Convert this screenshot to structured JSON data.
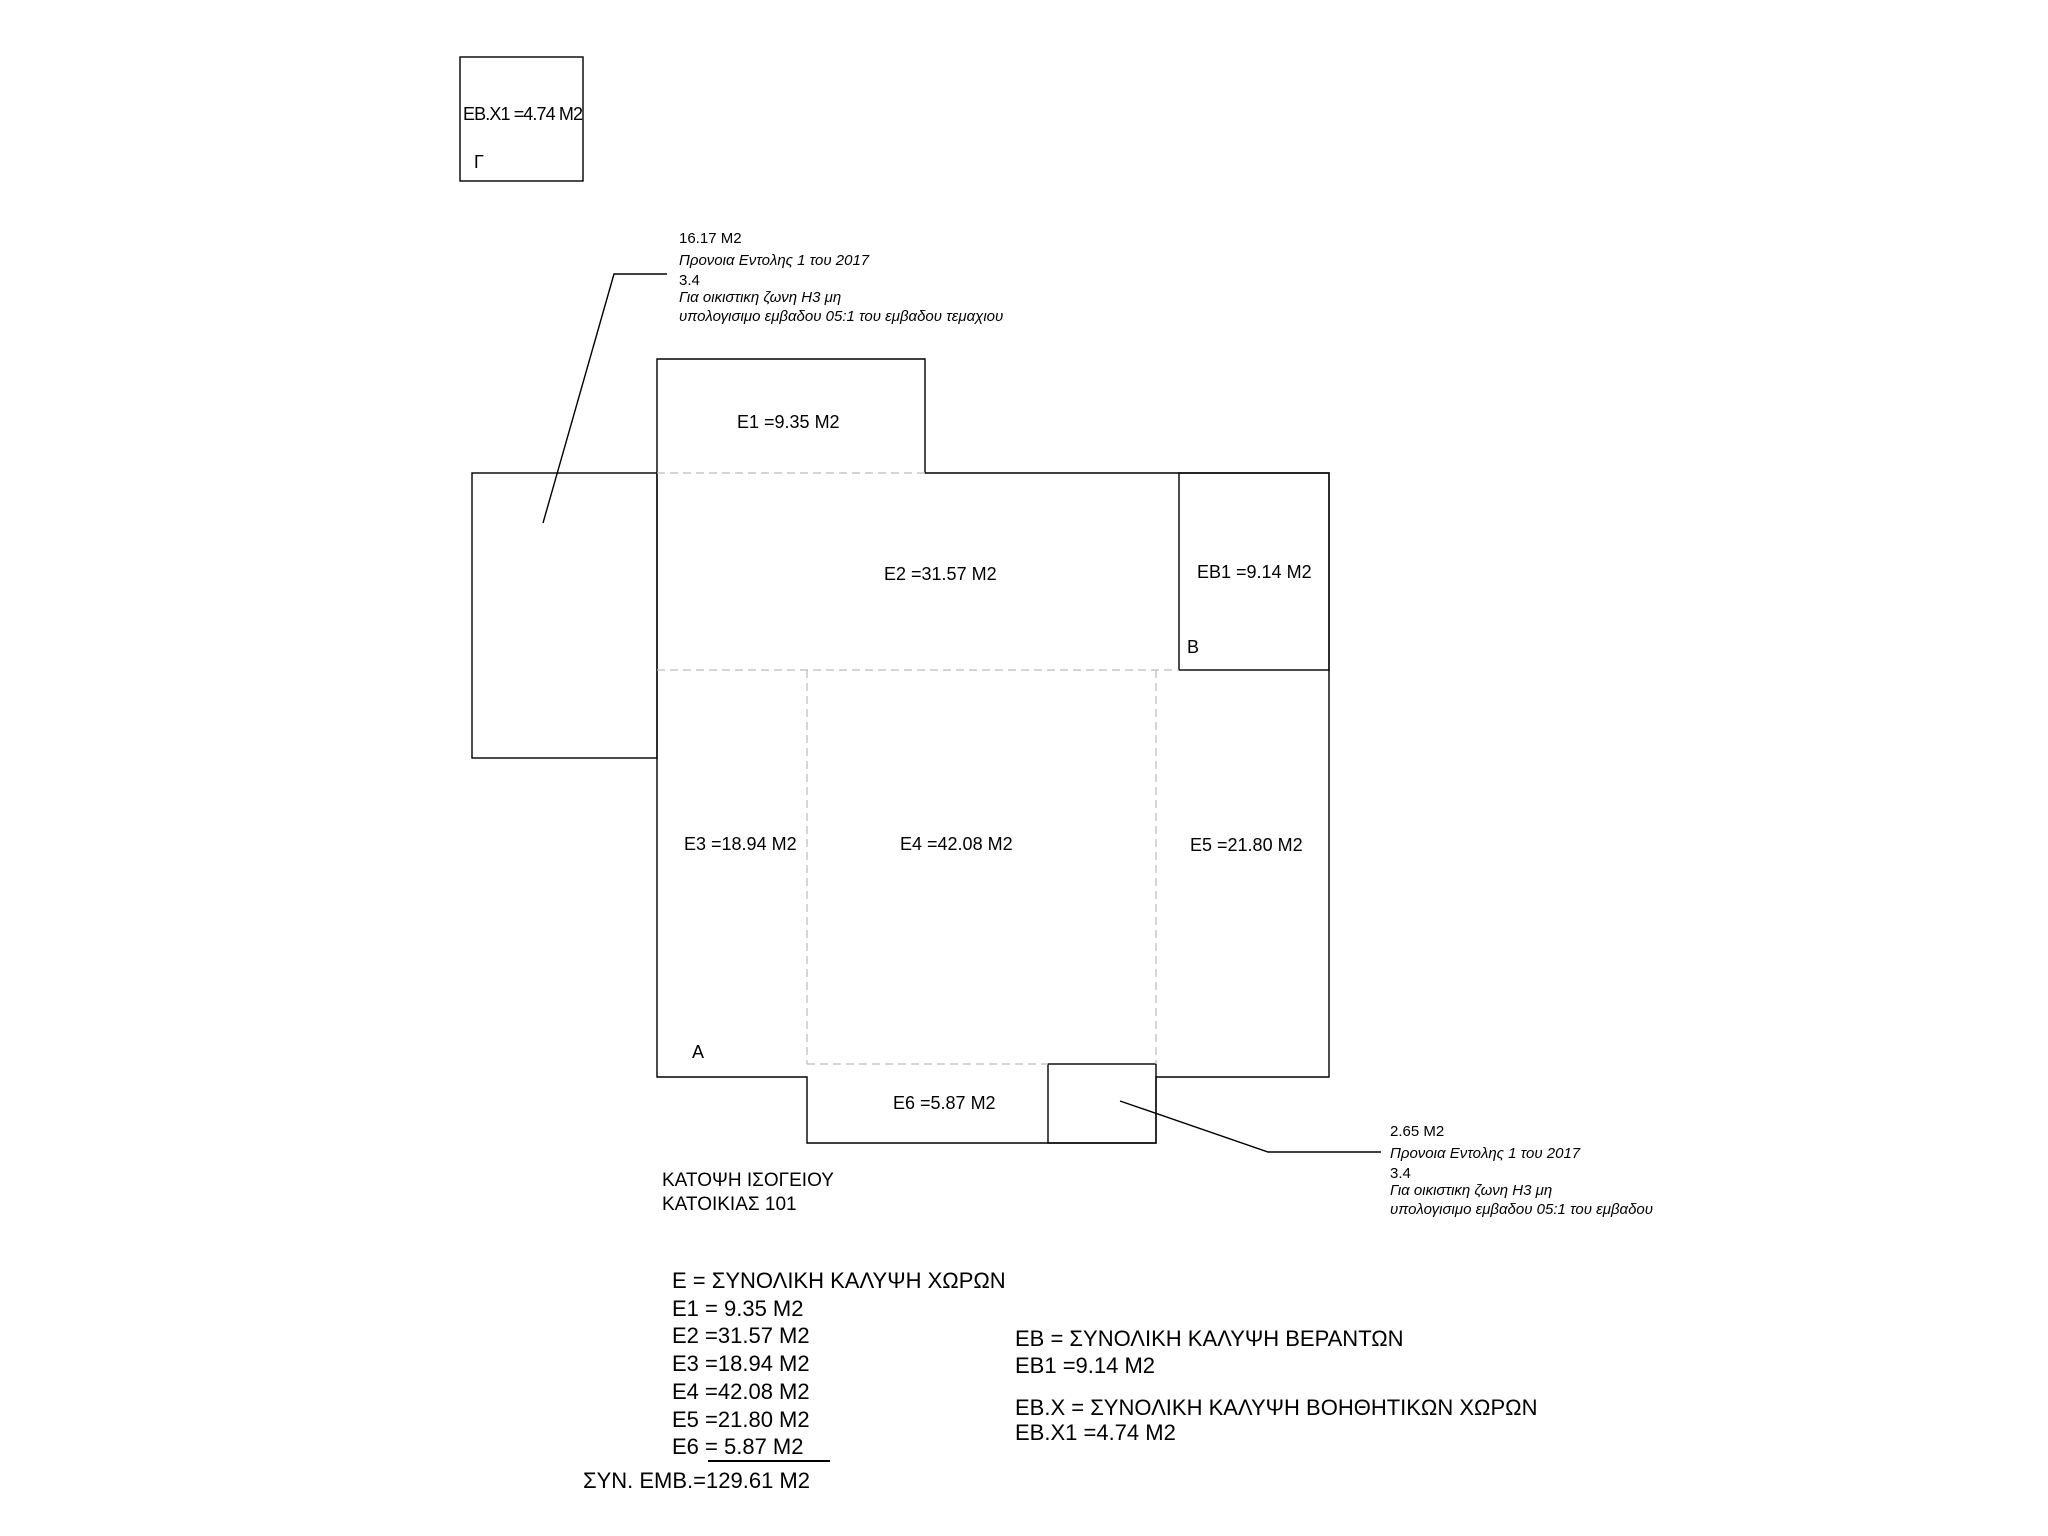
{
  "aux_box": {
    "label": "EB.X1 =4.74 M2",
    "letter": "Γ"
  },
  "rooms": {
    "e1": "E1 =9.35 M2",
    "e2": "E2 =31.57 M2",
    "e3": "E3 =18.94 M2",
    "e4": "E4 =42.08 M2",
    "e5": "E5 =21.80 M2",
    "e6": "E6 =5.87 M2",
    "eb1": "EB1 =9.14 M2",
    "mark_a": "A",
    "mark_b": "B"
  },
  "note_top": [
    "16.17 M2",
    "Προνοια Εντολης 1 του 2017",
    "3.4",
    "Για οικιστικη ζωνη Η3 μη",
    "υπολογισιμο εμβαδου 05:1 του εμβαδου τεμαχιου"
  ],
  "note_bottom": [
    "2.65 M2",
    "Προνοια Εντολης 1 του 2017",
    "3.4",
    "Για οικιστικη ζωνη Η3 μη",
    "υπολογισιμο εμβαδου 05:1 του εμβαδου"
  ],
  "title": [
    "ΚΑΤΟΨΗ ΙΣΟΓΕΙΟΥ",
    "ΚΑΤΟΙΚΙΑΣ 101"
  ],
  "table_e": {
    "header": "E  =  ΣΥΝΟΛΙΚΗ  ΚΑΛΥΨΗ  ΧΩΡΩΝ",
    "rows": [
      "E1 =  9.35  M2",
      "E2 =31.57  M2",
      "E3 =18.94  M2",
      "E4 =42.08  M2",
      "E5 =21.80  M2",
      "E6 =  5.87  M2"
    ],
    "total": "ΣΥΝ.  EMB.=129.61  M2"
  },
  "table_eb": {
    "header": "EB  =  ΣΥΝΟΛΙΚΗ  ΚΑΛΥΨΗ  ΒΕΡΑΝΤΩΝ",
    "row": "EB1 =9.14  M2"
  },
  "table_ebx": {
    "header": "EB.X  =  ΣΥΝΟΛΙΚΗ  ΚΑΛΥΨΗ  ΒΟΗΘΗΤΙΚΩΝ  ΧΩΡΩΝ",
    "row": "EB.X1 =4.74  M2"
  }
}
